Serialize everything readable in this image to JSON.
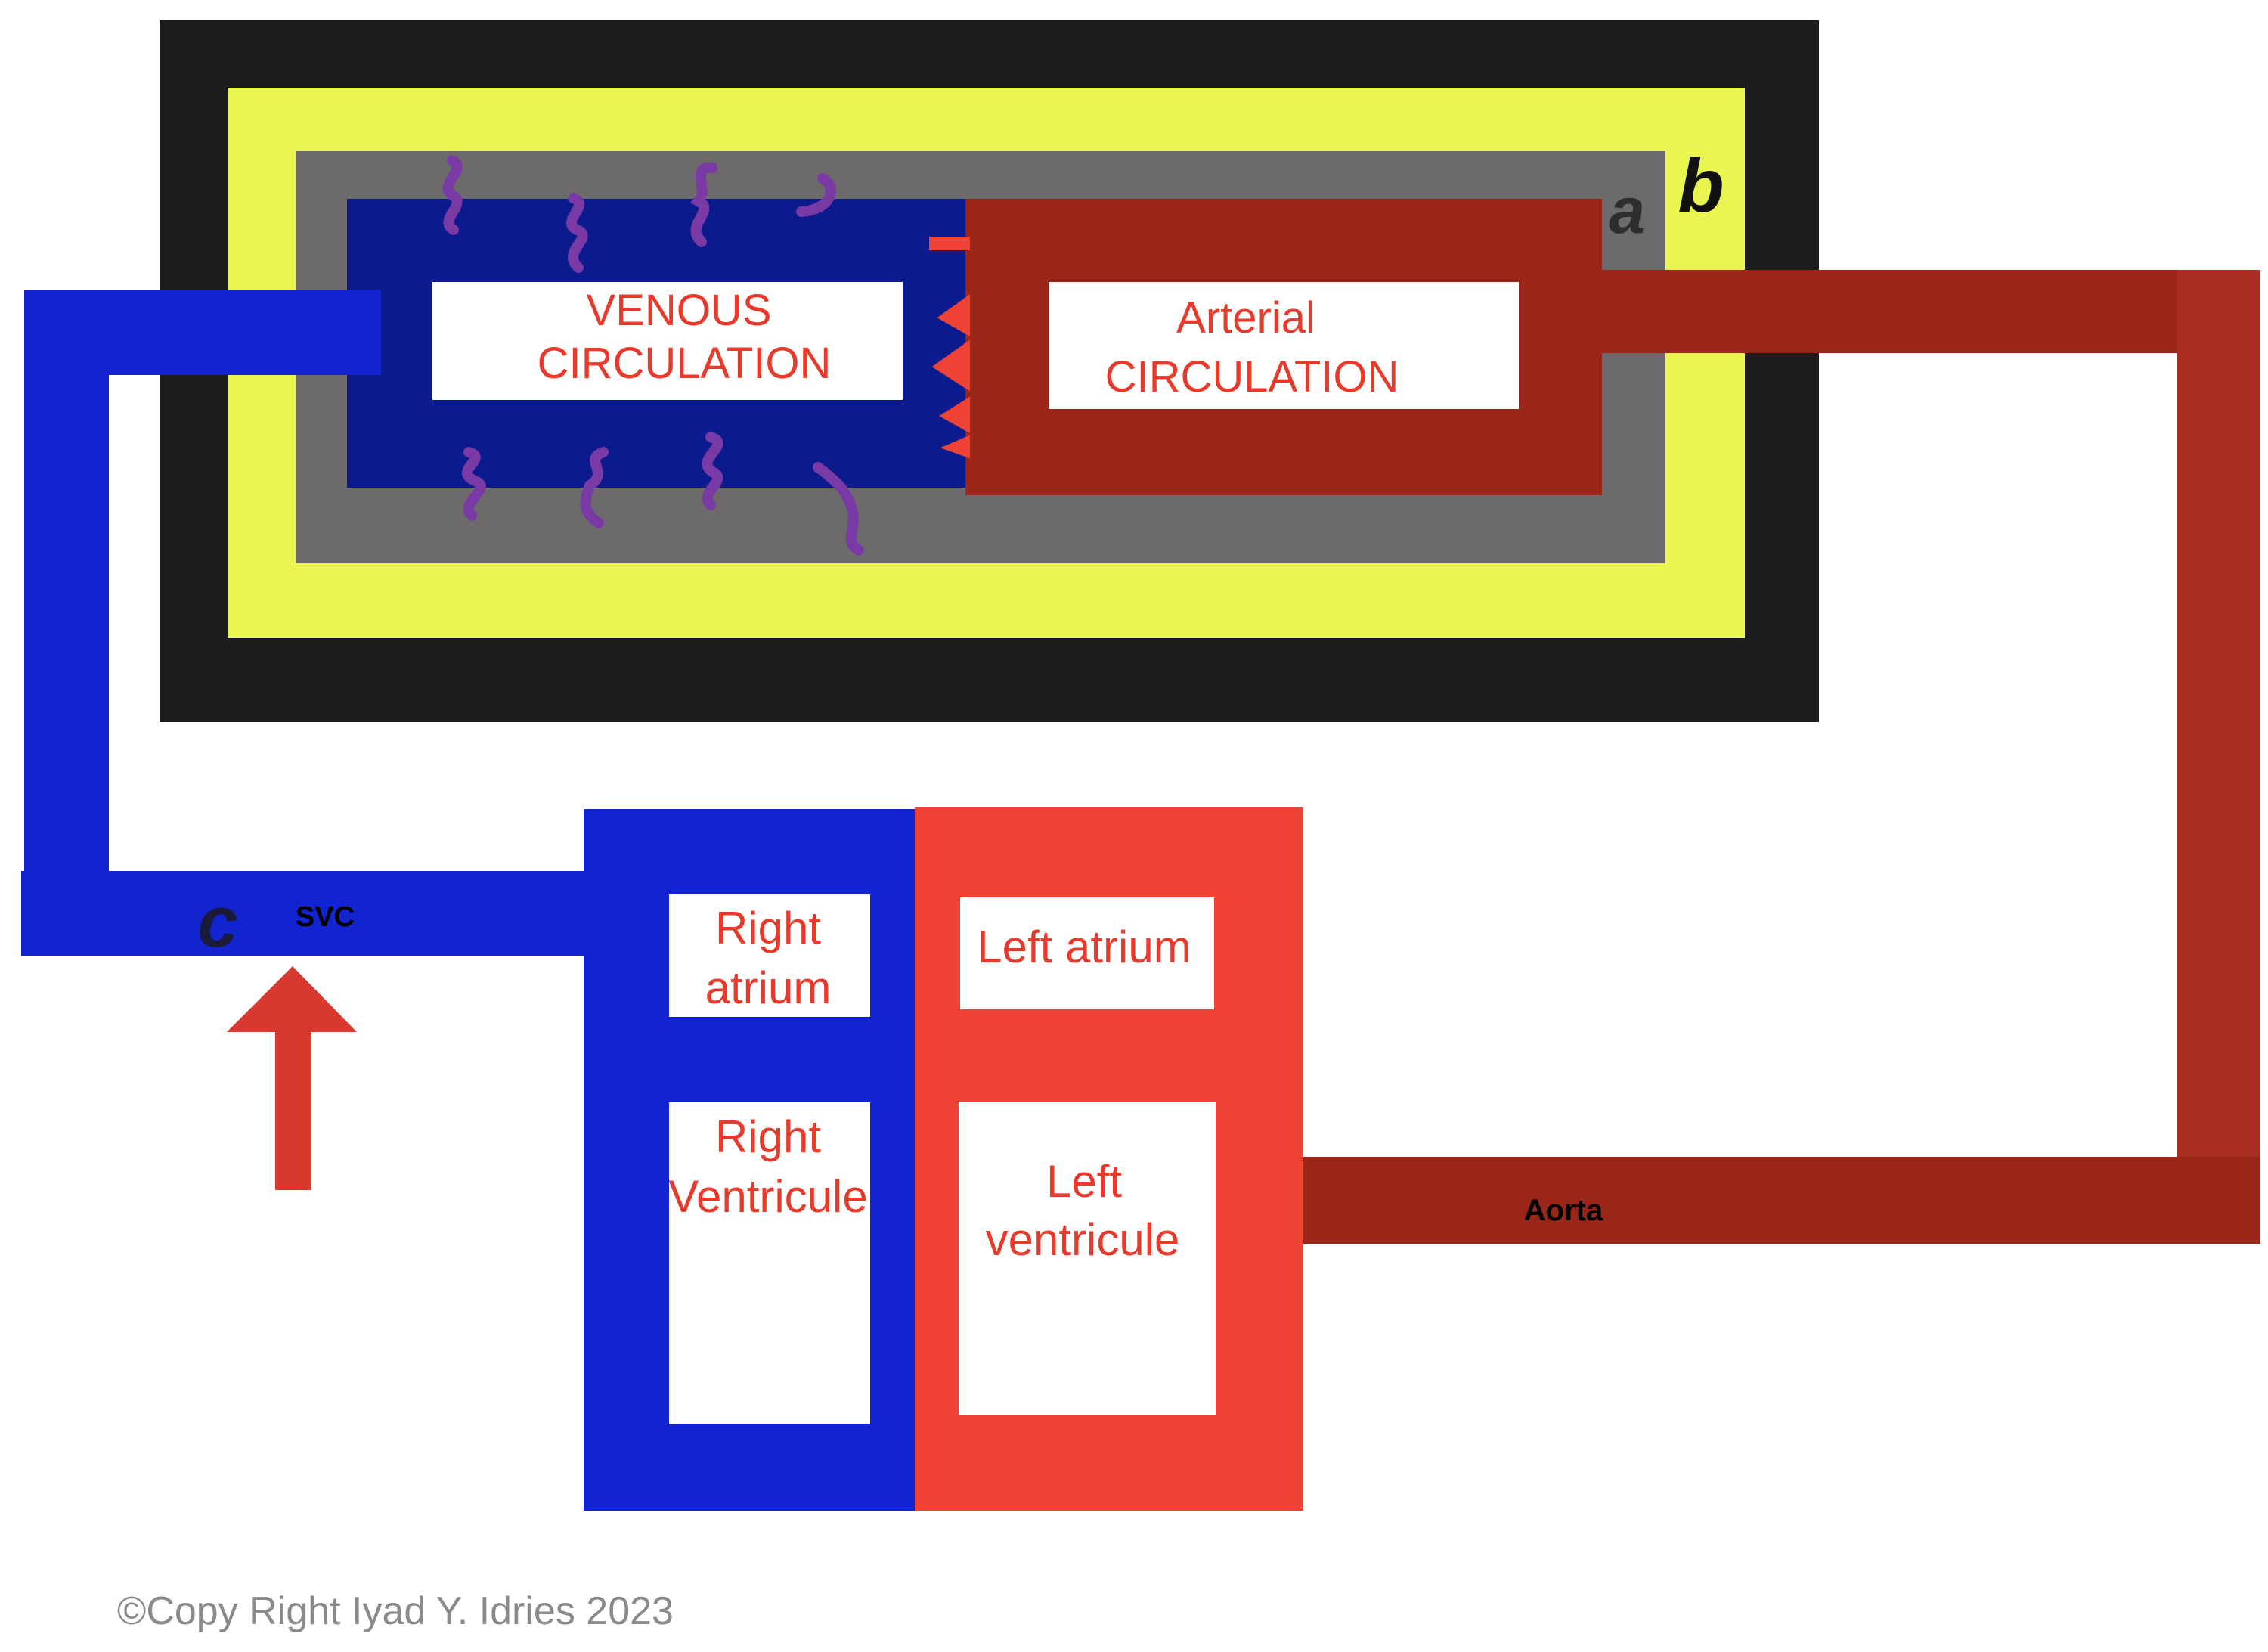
{
  "diagram": {
    "venous_label_line1": "VENOUS",
    "venous_label_line2": "CIRCULATION",
    "arterial_label_line1": "Arterial",
    "arterial_label_line2": "CIRCULATION",
    "letter_a": "a",
    "letter_b": "b",
    "letter_c": "c",
    "svc_label": "SVC",
    "aorta_label": "Aorta",
    "right_atrium_line1": "Right",
    "right_atrium_line2": "atrium",
    "right_ventricle_line1": "Right",
    "right_ventricle_line2": "Ventricule",
    "left_atrium": "Left atrium",
    "left_ventricle_line1": "Left",
    "left_ventricle_line2": "ventricule",
    "copyright": "©Copy Right Iyad Y. Idries 2023"
  },
  "colors": {
    "outer_frame": "#1c1c1c",
    "yellow_layer": "#e8f64f",
    "gray_layer": "#6c6a6b",
    "venous_navy": "#0b1a8c",
    "vessel_blue": "#1224d0",
    "arterial_darkred": "#9a2618",
    "heart_red": "#ef4336",
    "label_red": "#e8392b",
    "squiggle_purple": "#7a3aa6"
  },
  "icons": {
    "arrow": "up-arrow-icon"
  }
}
